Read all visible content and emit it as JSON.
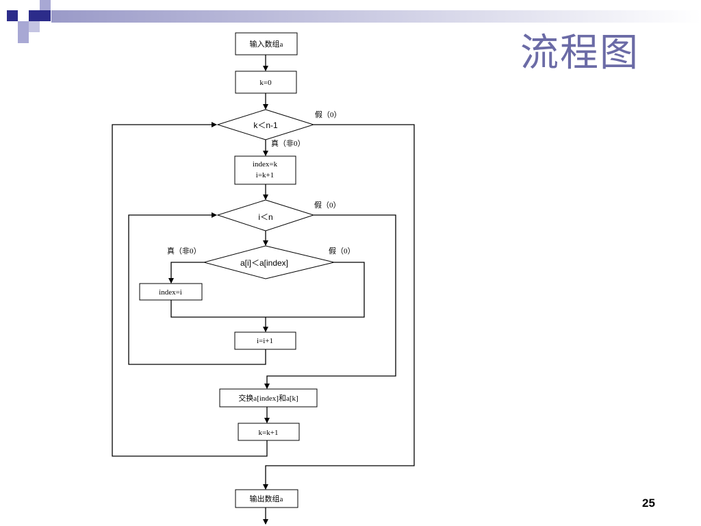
{
  "slide": {
    "title": "流程图",
    "page_number": "25",
    "theme_colors": {
      "title": "#6b6ba6",
      "square_dark": "#2c2c8a",
      "square_light": "#a8a8d4",
      "bar_start": "#9a9ac8"
    }
  },
  "flowchart": {
    "nodes": {
      "input": "输入数组a",
      "init_k": "k=0",
      "cond_outer": "k＜n-1",
      "assign_index": [
        "index=k",
        "i=k+1"
      ],
      "cond_inner": "i＜n",
      "cond_compare": "a[i]＜a[index]",
      "set_index": "index=i",
      "inc_i": "i=i+1",
      "swap": "交换a[index]和a[k]",
      "inc_k": "k=k+1",
      "output": "输出数组a"
    },
    "edge_labels": {
      "outer_false": "假（0）",
      "outer_true": "真（非0）",
      "inner_false": "假（0）",
      "compare_true": "真（非0）",
      "compare_false": "假（0）"
    }
  }
}
